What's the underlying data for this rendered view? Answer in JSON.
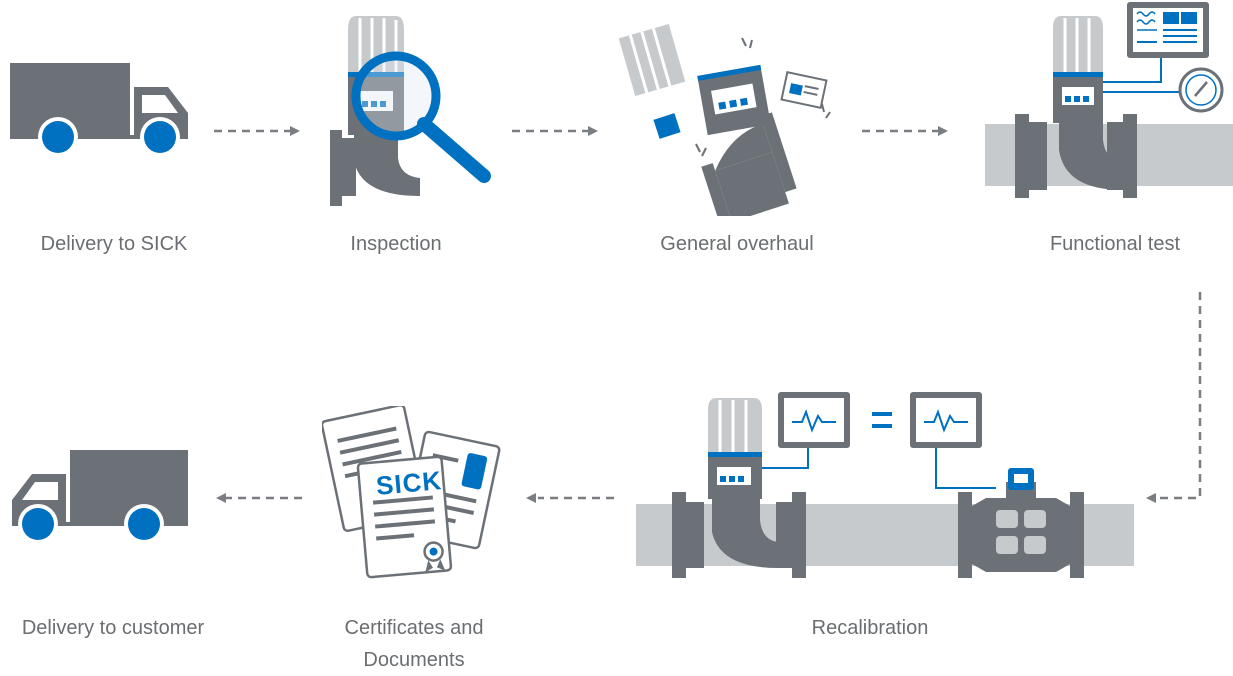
{
  "colors": {
    "gray": "#6b7176",
    "light_gray": "#c7cacc",
    "blue": "#0070c0",
    "text": "#6b6e71",
    "arrow": "#7a7e82"
  },
  "steps": [
    {
      "label": "Delivery to SICK",
      "icon": "truck-icon"
    },
    {
      "label": "Inspection",
      "icon": "magnifier-flowmeter-icon"
    },
    {
      "label": "General overhaul",
      "icon": "disassembled-flowmeter-icon"
    },
    {
      "label": "Functional test",
      "icon": "flowmeter-test-icon"
    },
    {
      "label": "Recalibration",
      "icon": "flowmeter-comparison-icon"
    },
    {
      "label": "Certificates and Documents",
      "icon": "certificates-icon"
    },
    {
      "label": "Delivery to customer",
      "icon": "truck-icon"
    }
  ],
  "certificate_logo": "SICK",
  "equals_sign": "="
}
